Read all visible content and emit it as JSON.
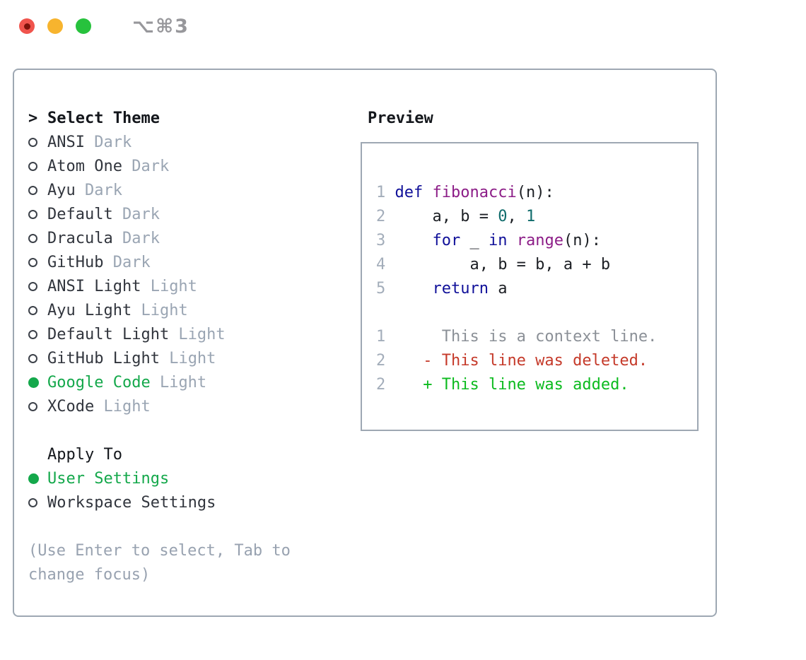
{
  "window": {
    "shortcut": "⌥⌘3"
  },
  "left": {
    "title_marker": ">",
    "title": "Select Theme",
    "themes": [
      {
        "name": "ANSI",
        "tag": "Dark",
        "selected": false
      },
      {
        "name": "Atom One",
        "tag": "Dark",
        "selected": false
      },
      {
        "name": "Ayu",
        "tag": "Dark",
        "selected": false
      },
      {
        "name": "Default",
        "tag": "Dark",
        "selected": false
      },
      {
        "name": "Dracula",
        "tag": "Dark",
        "selected": false
      },
      {
        "name": "GitHub",
        "tag": "Dark",
        "selected": false
      },
      {
        "name": "ANSI Light",
        "tag": "Light",
        "selected": false
      },
      {
        "name": "Ayu Light",
        "tag": "Light",
        "selected": false
      },
      {
        "name": "Default Light",
        "tag": "Light",
        "selected": false
      },
      {
        "name": "GitHub Light",
        "tag": "Light",
        "selected": false
      },
      {
        "name": "Google Code",
        "tag": "Light",
        "selected": true
      },
      {
        "name": "XCode",
        "tag": "Light",
        "selected": false
      }
    ],
    "apply_to": {
      "title": "Apply To",
      "options": [
        {
          "name": "User Settings",
          "selected": true
        },
        {
          "name": "Workspace Settings",
          "selected": false
        }
      ]
    },
    "help_lines": [
      "(Use Enter to select, Tab to",
      "change focus)"
    ]
  },
  "preview": {
    "title": "Preview",
    "code_lines": [
      {
        "num": "1",
        "segments": [
          [
            "def",
            "kw"
          ],
          [
            " ",
            "pl"
          ],
          [
            "fibonacci",
            "fn"
          ],
          [
            "(n):",
            "pl"
          ]
        ]
      },
      {
        "num": "2",
        "segments": [
          [
            "    a, b = ",
            "pl"
          ],
          [
            "0",
            "lit"
          ],
          [
            ", ",
            "pl"
          ],
          [
            "1",
            "lit"
          ]
        ]
      },
      {
        "num": "3",
        "segments": [
          [
            "    ",
            "pl"
          ],
          [
            "for",
            "kw"
          ],
          [
            " _ ",
            "pl"
          ],
          [
            "in",
            "kw"
          ],
          [
            " ",
            "pl"
          ],
          [
            "range",
            "fn"
          ],
          [
            "(n):",
            "pl"
          ]
        ]
      },
      {
        "num": "4",
        "segments": [
          [
            "        a, b = b, a + b",
            "pl"
          ]
        ]
      },
      {
        "num": "5",
        "segments": [
          [
            "    ",
            "pl"
          ],
          [
            "return",
            "kw"
          ],
          [
            " a",
            "pl"
          ]
        ]
      }
    ],
    "diff_lines": [
      {
        "num": "1",
        "marker": " ",
        "text": "This is a context line.",
        "type": "context"
      },
      {
        "num": "2",
        "marker": "-",
        "text": "This line was deleted.",
        "type": "deleted"
      },
      {
        "num": "2",
        "marker": "+",
        "text": "This line was added.",
        "type": "added"
      }
    ]
  },
  "colors": {
    "selected_green": "#14a84b",
    "tag_gray": "#9aa5b3",
    "text_dark": "#31353d",
    "title_black": "#14171c",
    "border_gray": "#9ea8b3",
    "lineno": "#a3adba",
    "keyword": "#101099",
    "function": "#8c1d87",
    "literal": "#0f6b6b",
    "plain": "#1c1f24",
    "context": "#8b9097",
    "deleted": "#c53a2a",
    "added": "#0cbb1f",
    "help_gray": "#98a2b0",
    "shortcut_gray": "#97979b",
    "red": "#f0544d",
    "red_dot": "#7e120a",
    "yellow": "#f7b42e",
    "green": "#27c23d"
  }
}
